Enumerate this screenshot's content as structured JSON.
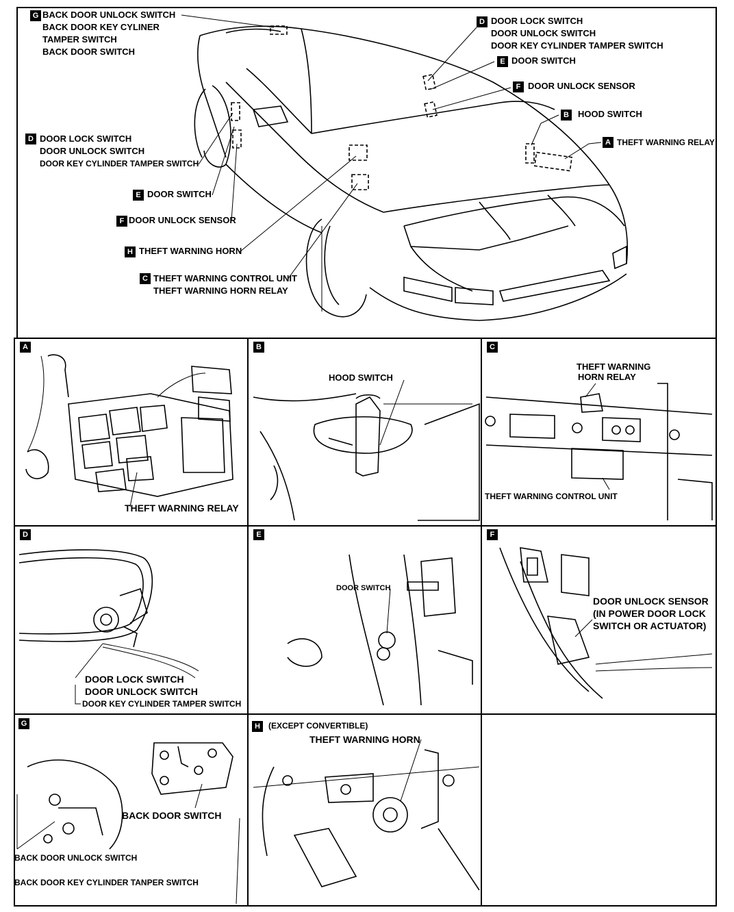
{
  "overview": {
    "callouts": [
      {
        "tag": "G",
        "lines": [
          "BACK DOOR UNLOCK SWITCH",
          "BACK DOOR KEY CYLINER",
          "TAMPER SWITCH",
          "BACK DOOR SWITCH"
        ]
      },
      {
        "tag": "D",
        "lines": [
          "DOOR LOCK SWITCH",
          "DOOR UNLOCK SWITCH",
          "DOOR KEY CYLINDER TAMPER SWITCH"
        ]
      },
      {
        "tag": "E",
        "lines": [
          "DOOR SWITCH"
        ]
      },
      {
        "tag": "F",
        "lines": [
          "DOOR UNLOCK SENSOR"
        ]
      },
      {
        "tag": "B",
        "lines": [
          "HOOD SWITCH"
        ]
      },
      {
        "tag": "A",
        "lines": [
          "THEFT WARNING RELAY"
        ]
      },
      {
        "tag": "D",
        "lines": [
          "DOOR LOCK SWITCH",
          "DOOR UNLOCK SWITCH",
          "DOOR KEY CYLINDER TAMPER SWITCH"
        ]
      },
      {
        "tag": "E",
        "lines": [
          "DOOR SWITCH"
        ]
      },
      {
        "tag": "F",
        "lines": [
          "DOOR UNLOCK SENSOR"
        ]
      },
      {
        "tag": "H",
        "lines": [
          "THEFT WARNING HORN"
        ]
      },
      {
        "tag": "C",
        "lines": [
          "THEFT WARNING CONTROL UNIT",
          "THEFT WARNING HORN RELAY"
        ]
      }
    ]
  },
  "panels": [
    {
      "tag": "A",
      "labels": [
        "THEFT WARNING RELAY"
      ]
    },
    {
      "tag": "B",
      "labels": [
        "HOOD SWITCH"
      ]
    },
    {
      "tag": "C",
      "labels": [
        "THEFT WARNING",
        "HORN RELAY",
        "THEFT WARNING CONTROL UNIT"
      ]
    },
    {
      "tag": "D",
      "labels": [
        "DOOR LOCK SWITCH",
        "DOOR UNLOCK SWITCH",
        "DOOR KEY CYLINDER TAMPER SWITCH"
      ]
    },
    {
      "tag": "E",
      "labels": [
        "DOOR SWITCH"
      ]
    },
    {
      "tag": "F",
      "labels": [
        "DOOR UNLOCK SENSOR",
        "(IN POWER DOOR LOCK",
        "SWITCH OR ACTUATOR)"
      ]
    },
    {
      "tag": "G",
      "labels": [
        "BACK DOOR SWITCH",
        "BACK DOOR UNLOCK SWITCH",
        "BACK DOOR KEY CYLINDER TANPER SWITCH"
      ]
    },
    {
      "tag": "H",
      "labels": [
        "(EXCEPT CONVERTIBLE)",
        "THEFT WARNING HORN"
      ]
    }
  ]
}
